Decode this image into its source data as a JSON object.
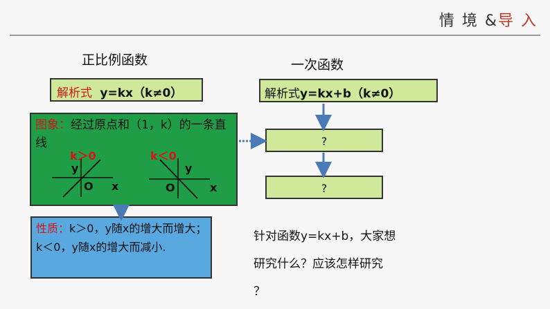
{
  "corner": {
    "part1": "情 境 &",
    "part2": "导 入"
  },
  "left": {
    "heading": "正比例函数",
    "formula": {
      "label": "解析式",
      "expr": "y=kx（k≠0）"
    },
    "image_box": {
      "label": "图象：",
      "text": "经过原点和（1，k）的一条直线",
      "graph1": {
        "cond": "k＞0",
        "y": "y",
        "o": "O",
        "x": "x"
      },
      "graph2": {
        "cond": "k＜0",
        "y": "y",
        "o": "O",
        "x": "x"
      }
    },
    "property_box": {
      "label": "性质：",
      "text": "k＞0，y随x的增大而增大；k＜0，y随x的增大而减小."
    }
  },
  "right": {
    "heading": "一次函数",
    "formula": {
      "label": "解析式",
      "expr": "y=kx+b（k≠0）"
    },
    "q1": "?",
    "q2": "?"
  },
  "question": {
    "line1": "针对函数y=kx+b，大家想",
    "line2": "研究什么？应该怎样研究",
    "line3": "？"
  },
  "colors": {
    "lime": "#cfe89a",
    "green": "#1f9e47",
    "blue": "#5aa8e0",
    "red": "#d01818",
    "arrow": "#4a7bb7"
  }
}
